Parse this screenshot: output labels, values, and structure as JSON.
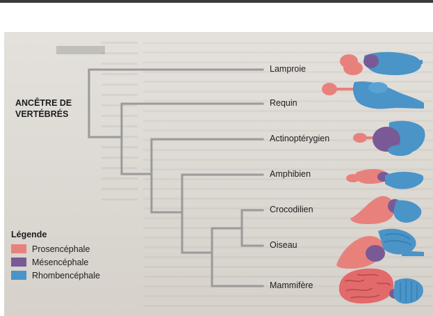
{
  "diagram": {
    "ancestor_label": "ANCÊTRE DE VERTÉBRÉS",
    "taxa": [
      "Lamproie",
      "Requin",
      "Actinoptérygien",
      "Amphibien",
      "Crocodilien",
      "Oiseau",
      "Mammifère"
    ]
  },
  "legend": {
    "title": "Légende",
    "items": [
      {
        "label": "Prosencéphale",
        "color": "#e8817c"
      },
      {
        "label": "Mésencéphale",
        "color": "#7a5a96"
      },
      {
        "label": "Rhombencéphale",
        "color": "#4a94c8"
      }
    ]
  },
  "colors": {
    "branch": "#9a9a9a",
    "prosencephale": "#e8817c",
    "mesencephale": "#7a5a96",
    "rhombencephale": "#4a94c8"
  },
  "icons": [
    "lamprey-brain-icon",
    "shark-brain-icon",
    "ray-finned-fish-brain-icon",
    "amphibian-brain-icon",
    "crocodile-brain-icon",
    "bird-brain-icon",
    "mammal-brain-icon"
  ]
}
